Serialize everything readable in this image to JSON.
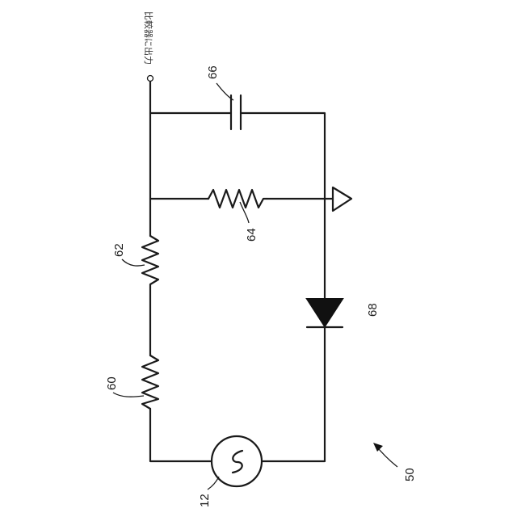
{
  "figure": {
    "output_label": "比較器に出力",
    "refs": {
      "source": "12",
      "resistor_a": "60",
      "resistor_b": "62",
      "resistor_feedback": "64",
      "capacitor": "66",
      "diode": "68",
      "circuit": "50"
    }
  }
}
